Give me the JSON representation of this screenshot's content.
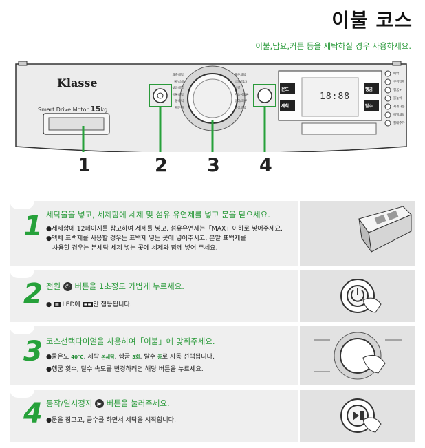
{
  "page": {
    "title": "이불 코스",
    "subtitle": "이불,담요,커튼 등을 세탁하실 경우 사용하세요."
  },
  "panel": {
    "brand": "Klasse",
    "motor_text": "Smart Drive Motor",
    "capacity": "15",
    "capacity_unit": "kg",
    "lcd": "18:88",
    "left_buttons": [
      "온도",
      "세척"
    ],
    "right_buttons": [
      "헹굼",
      "탈수"
    ],
    "dial_left_labels": [
      "표준세탁",
      "울/섬세",
      "삶음세탁",
      "이불세탁",
      "통세척",
      "찌든때"
    ],
    "dial_right_labels": [
      "표준세탁",
      "스피드15",
      "소량",
      "기능성의류",
      "유아/의류",
      "합성세탁"
    ],
    "side_options": [
      "예약",
      "구김방지",
      "헹굼+",
      "물높이",
      "세제자동",
      "애벌세탁",
      "빨래추가"
    ],
    "callouts": [
      "1",
      "2",
      "3",
      "4"
    ]
  },
  "steps": [
    {
      "number": "1",
      "heading": "세탁물을 넣고, 세제함에 세제 및 섬유 유연제를 넣고 문을 닫으세요.",
      "lines": [
        "●세제함에 12페이지를 참고하여 세제를 넣고, 섬유유연제는「MAX」이하로 넣어주세요.",
        "●액체 표백제를 사용할 경우는 표백제 넣는 곳에 넣어주시고, 분말 표백제를",
        "사용할 경우는 본세탁 세제 넣는 곳에 세제와 함께 넣어 주세요."
      ]
    },
    {
      "number": "2",
      "heading_pre": "전원",
      "heading_post": "버튼을 1초정도 가볍게 누르세요.",
      "bullet": "●",
      "led_text": "LED에",
      "tail": "만 점등됩니다."
    },
    {
      "number": "3",
      "heading": "코스선택다이얼을 사용하여「이불」에 맞춰주세요.",
      "line1_pre": "●물온도",
      "temp_val": "40℃",
      "line1_mid1": ", 세탁",
      "wash_val": "본세탁",
      "line1_mid2": ", 헹굼",
      "rinse_val": "3회",
      "line1_mid3": ", 탈수",
      "spin_val": "중",
      "line1_post": "로 자동 선택됩니다.",
      "line2": "●헹굼 횟수, 탈수 속도를 변경하려면 해당 버튼을 누르세요."
    },
    {
      "number": "4",
      "heading_pre": "동작/일시정지",
      "heading_post": "버튼을 눌러주세요.",
      "line": "●문을 잠그고, 급수를  하면서 세탁을 시작합니다."
    }
  ],
  "colors": {
    "accent": "#26a13a",
    "panel_bg": "#ececec",
    "step_bg": "#efefef"
  }
}
